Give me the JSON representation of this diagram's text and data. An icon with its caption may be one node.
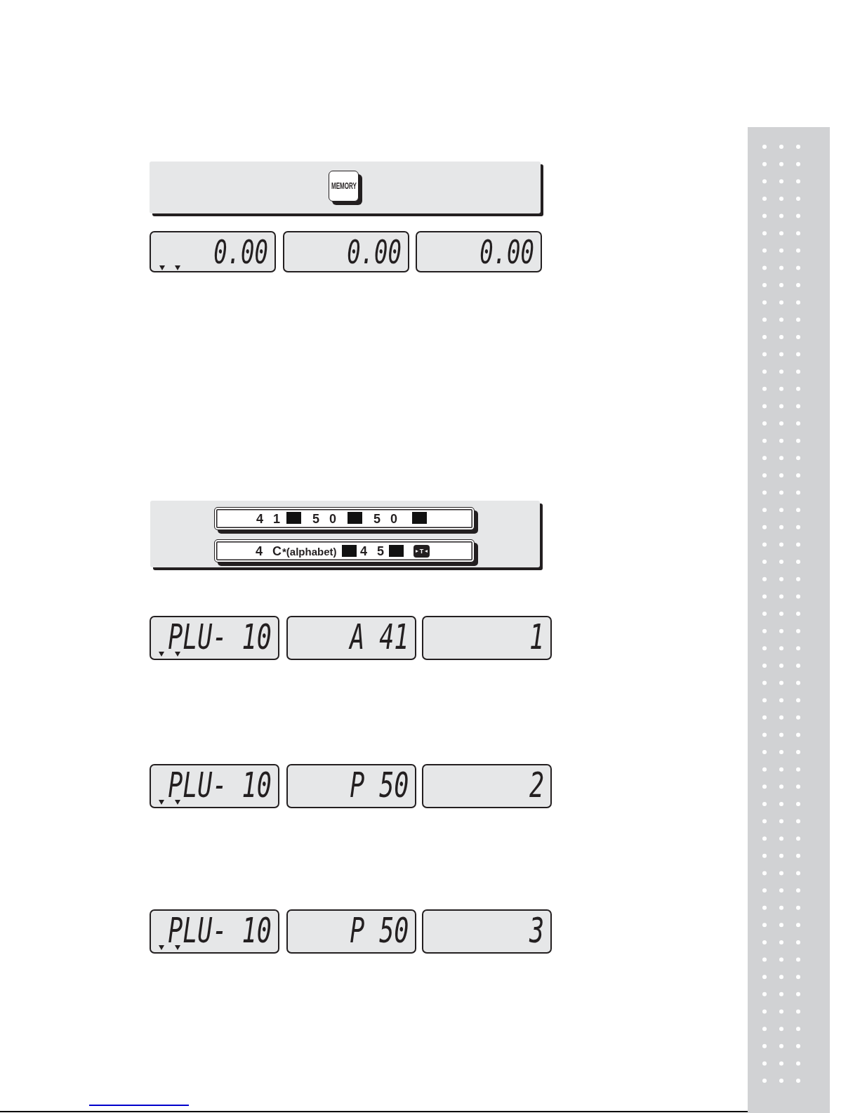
{
  "diagram": {
    "nodes": [
      {
        "text": [],
        "shape": "box"
      },
      {
        "text": [
          "MEMORY"
        ],
        "in": 0
      },
      {
        "text": [
          "0.00"
        ]
      },
      {
        "text": [
          "0.00"
        ]
      },
      {
        "text": [
          "0.00"
        ]
      },
      {
        "text": [],
        "shape": "box"
      },
      {
        "text": [
          "4 1",
          "5 0",
          "5 0"
        ],
        "in": 5
      },
      {
        "text": [
          "4 C",
          "*(alphabet)",
          "4 5"
        ],
        "in": 5
      },
      {
        "text": [
          "T"
        ],
        "in": 7
      },
      {
        "text": [
          "PLU- 10"
        ]
      },
      {
        "text": [
          "A 41"
        ]
      },
      {
        "text": [
          "1"
        ]
      },
      {
        "text": [
          "PLU- 10"
        ]
      },
      {
        "text": [
          "P 50"
        ]
      },
      {
        "text": [
          "2"
        ]
      },
      {
        "text": [
          "PLU- 10"
        ]
      },
      {
        "text": [
          "P 50"
        ]
      },
      {
        "text": [
          "3"
        ]
      }
    ]
  }
}
